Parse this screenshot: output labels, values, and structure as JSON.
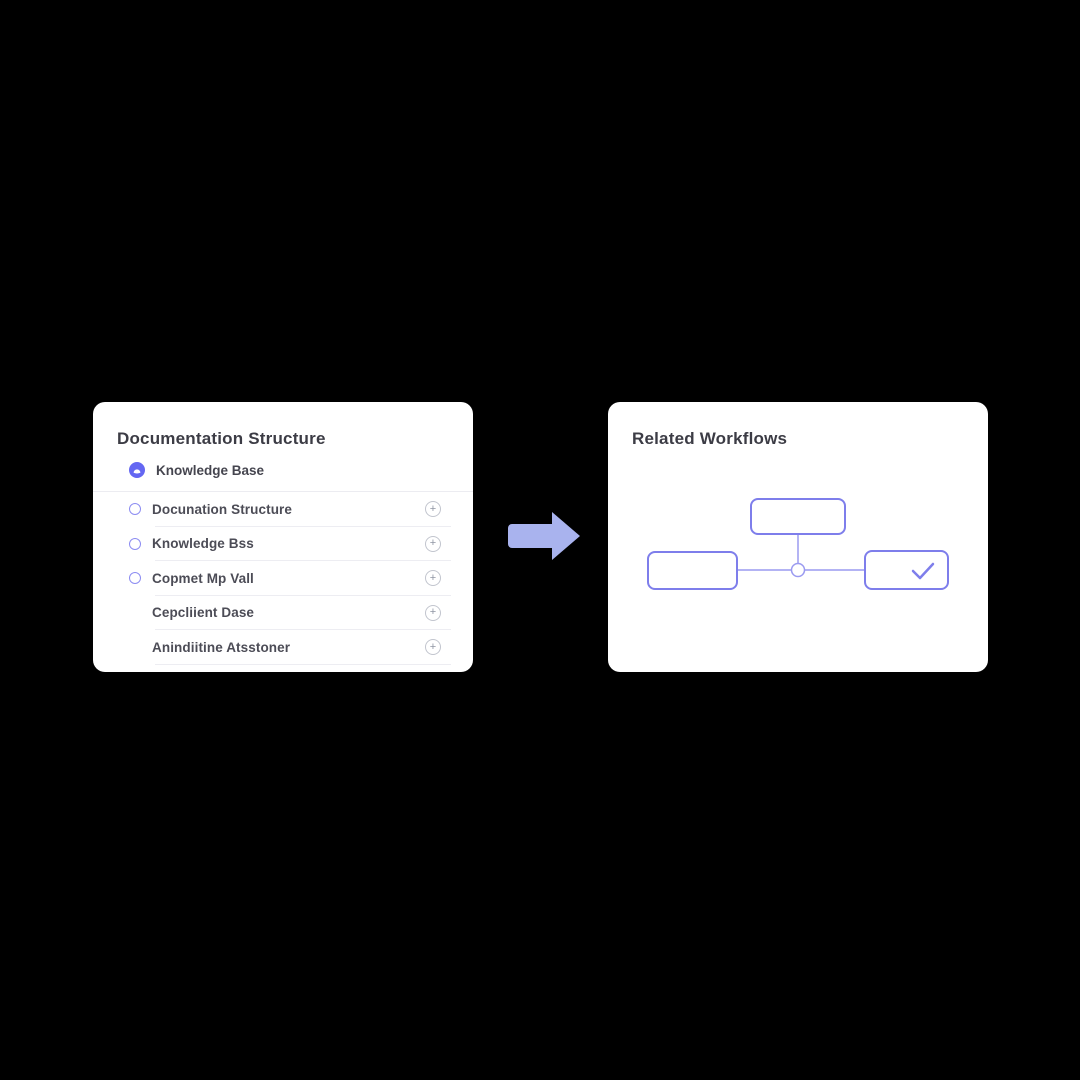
{
  "background_color": "#000000",
  "left_card": {
    "title": "Documentation Structure",
    "primary_item": {
      "label": "Knowledge Base",
      "icon": "cloud-icon",
      "icon_color": "#6467f2"
    },
    "items": [
      {
        "label": "Docunation Structure",
        "bullet": "circle-outline-icon",
        "action": "plus-icon"
      },
      {
        "label": "Knowledge Bss",
        "bullet": "circle-outline-icon",
        "action": "plus-icon"
      },
      {
        "label": "Copmet Mp Vall",
        "bullet": "circle-outline-icon",
        "action": "plus-icon"
      },
      {
        "label": "Cepcliient Dase",
        "bullet": "none",
        "action": "plus-icon"
      },
      {
        "label": "Anindiitine Atsstoner",
        "bullet": "none",
        "action": "plus-icon"
      }
    ],
    "plus_glyph": "+"
  },
  "right_card": {
    "title": "Related Workflows",
    "flowchart": {
      "nodes": [
        "top-box",
        "left-box",
        "right-box"
      ],
      "connector": "junction-circle",
      "right_box_glyph": "checkmark",
      "border_color": "#7e7eeb",
      "line_color": "#9a9af0"
    }
  },
  "arrow": {
    "direction": "right",
    "color": "#a9b3ee"
  },
  "colors": {
    "card_background": "#ffffff",
    "title_text": "#3c3c45",
    "item_text": "#4c4c56",
    "accent_indigo": "#6467f2",
    "bullet_border": "#8d8df2",
    "plus_border": "#c2c5ce",
    "divider": "#ededf2"
  }
}
